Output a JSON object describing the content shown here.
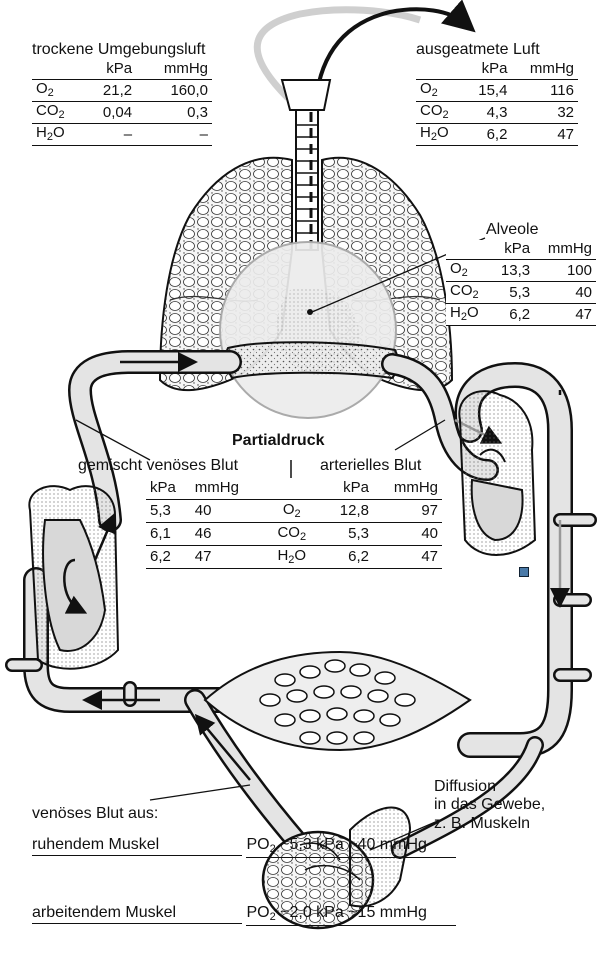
{
  "ambient": {
    "title": "trockene Umgebungsluft",
    "unit_kpa": "kPa",
    "unit_mmhg": "mmHg",
    "rows": [
      {
        "gas": "O",
        "sub": "2",
        "kpa": "21,2",
        "mmhg": "160,0"
      },
      {
        "gas": "CO",
        "sub": "2",
        "kpa": "0,04",
        "mmhg": "0,3"
      },
      {
        "gas": "H",
        "sub": "2",
        "tail": "O",
        "kpa": "–",
        "mmhg": "–"
      }
    ]
  },
  "exhaled": {
    "title": "ausgeatmete Luft",
    "unit_kpa": "kPa",
    "unit_mmhg": "mmHg",
    "rows": [
      {
        "gas": "O",
        "sub": "2",
        "kpa": "15,4",
        "mmhg": "116"
      },
      {
        "gas": "CO",
        "sub": "2",
        "kpa": "4,3",
        "mmhg": "32"
      },
      {
        "gas": "H",
        "sub": "2",
        "tail": "O",
        "kpa": "6,2",
        "mmhg": "47"
      }
    ]
  },
  "alveole": {
    "title": "Alveole",
    "unit_kpa": "kPa",
    "unit_mmhg": "mmHg",
    "rows": [
      {
        "gas": "O",
        "sub": "2",
        "kpa": "13,3",
        "mmhg": "100"
      },
      {
        "gas": "CO",
        "sub": "2",
        "kpa": "5,3",
        "mmhg": "40"
      },
      {
        "gas": "H",
        "sub": "2",
        "tail": "O",
        "kpa": "6,2",
        "mmhg": "47"
      }
    ]
  },
  "partial": {
    "title": "Partialdruck",
    "venous_title": "gemischt venöses Blut",
    "arterial_title": "arterielles Blut",
    "unit_kpa": "kPa",
    "unit_mmhg": "mmHg",
    "rows": [
      {
        "v_kpa": "5,3",
        "v_mmhg": "40",
        "gas": "O",
        "sub": "2",
        "a_kpa": "12,8",
        "a_mmhg": "97"
      },
      {
        "v_kpa": "6,1",
        "v_mmhg": "46",
        "gas": "CO",
        "sub": "2",
        "a_kpa": "5,3",
        "a_mmhg": "40"
      },
      {
        "v_kpa": "6,2",
        "v_mmhg": "47",
        "gas": "H",
        "sub": "2",
        "tail": "O",
        "a_kpa": "6,2",
        "a_mmhg": "47"
      }
    ]
  },
  "diffusion": {
    "line1": "Diffusion",
    "line2": "in das Gewebe,",
    "line3": "z. B. Muskeln"
  },
  "muscle": {
    "intro": "venöses Blut aus:",
    "resting_label": "ruhendem Muskel",
    "resting_po": "PO",
    "resting_sub": "2",
    "resting_values": " ~5,3 kPa  ~40 mmHg",
    "working_label": "arbeitendem Muskel",
    "working_po": "PO",
    "working_sub": "2",
    "working_values": " ~2,0 kPa  ~15 mmHg"
  },
  "colors": {
    "vessel_fill": "#e4e4e4",
    "stroke": "#111111",
    "lung_fill": "#f2f2f2",
    "heart_fill": "#d8d8d8"
  }
}
